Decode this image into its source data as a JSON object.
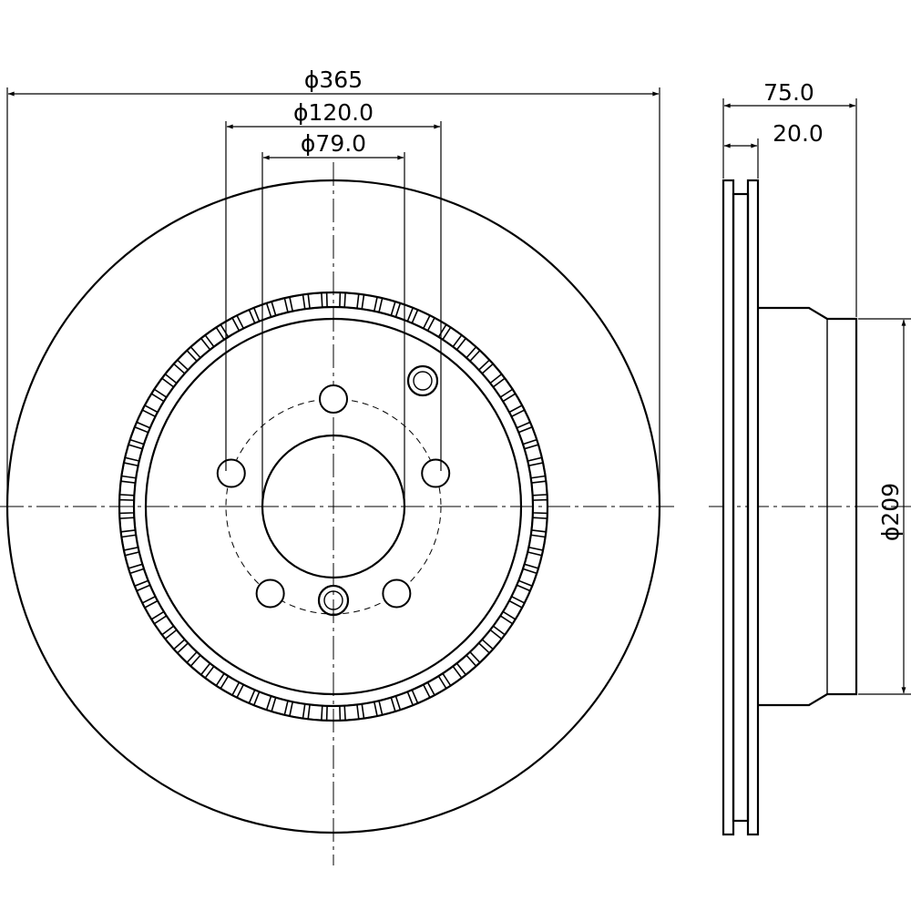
{
  "drawing": {
    "front_view": {
      "bolt_hole_count": 5,
      "teeth_count": 72,
      "dimensions": {
        "outer_diameter": "ϕ365",
        "bolt_circle_diameter": "ϕ120.0",
        "center_bore_diameter": "ϕ79.0"
      }
    },
    "side_view": {
      "dimensions": {
        "overall_height": "75.0",
        "disc_thickness": "20.0",
        "hat_diameter": "ϕ209"
      }
    }
  }
}
